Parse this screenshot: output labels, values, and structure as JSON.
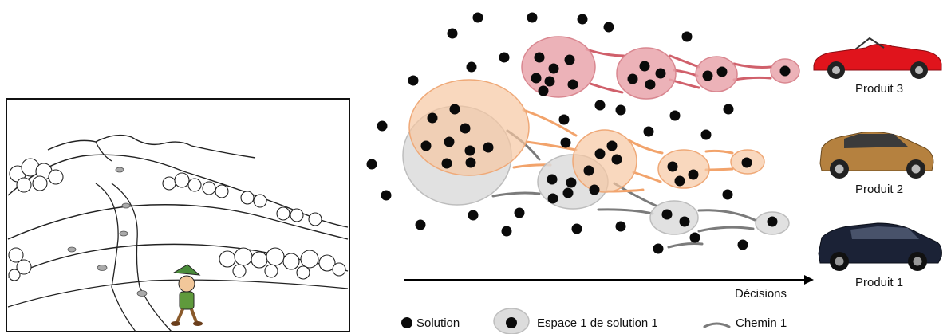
{
  "products": [
    {
      "label": "Produit 3",
      "color": "#e0141c"
    },
    {
      "label": "Produit 2",
      "color": "#b5813f"
    },
    {
      "label": "Produit 1",
      "color": "#1b2236"
    }
  ],
  "axis": {
    "label": "Décisions"
  },
  "legend": {
    "solution": "Solution",
    "space": "Espace 1 de solution 1",
    "path": "Chemin 1"
  },
  "colors": {
    "red_fill": "#e9a5ab",
    "red_stroke": "#d98790",
    "red_path": "#d0606b",
    "orange_fill": "#f6c8a3",
    "orange_stroke": "#efa978",
    "orange_path": "#f2a36b",
    "gray_fill": "#dcdcdc",
    "gray_stroke": "#bdbdbd",
    "gray_path": "#7b7b7b",
    "dot": "#0a0a0a"
  }
}
